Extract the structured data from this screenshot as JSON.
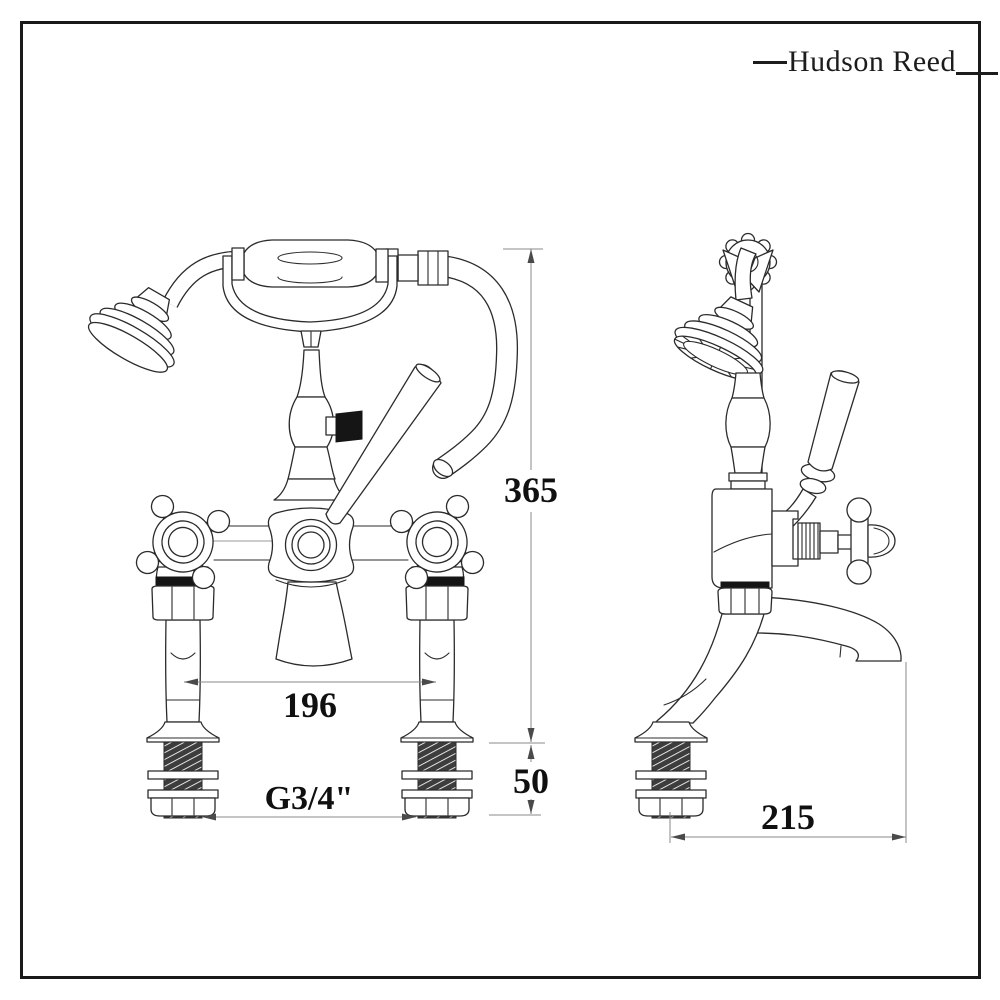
{
  "sheet": {
    "background": "#ffffff",
    "frame_color": "#1a1a1a",
    "line_color": "#2b2b2b",
    "dim_line_color": "#8a8a8a",
    "dim_text_color": "#101010",
    "thread_fill": "#3d3d3d",
    "diverter_band_color": "#151515"
  },
  "brand": {
    "logo_text": "Hudson Reed"
  },
  "dimensions": {
    "overall_height": "365",
    "inlet_centres": "196",
    "tail_length": "50",
    "inlet_thread": "G3/4\"",
    "spout_projection": "215"
  }
}
